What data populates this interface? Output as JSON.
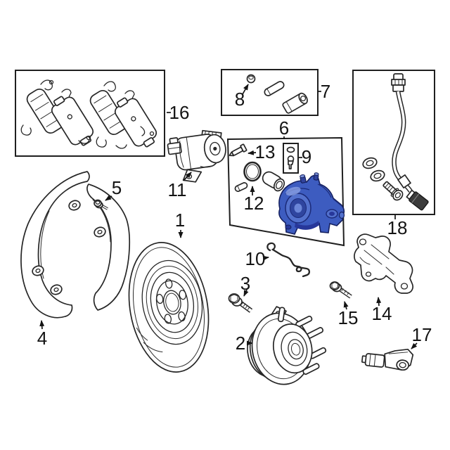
{
  "diagram": {
    "description": "Exploded rear disc brake parts diagram",
    "background": "#ffffff",
    "line_color": "#262626",
    "highlight_color": "#3d5cc0",
    "highlighted_callout": "6",
    "callouts": {
      "c1": {
        "label": "1",
        "part": "brake-rotor"
      },
      "c2": {
        "label": "2",
        "part": "wheel-hub-bearing-assembly"
      },
      "c3": {
        "label": "3",
        "part": "hub-mounting-bolt"
      },
      "c4": {
        "label": "4",
        "part": "brake-dust-shield"
      },
      "c5": {
        "label": "5",
        "part": "dust-shield-screw"
      },
      "c6": {
        "label": "6",
        "part": "brake-caliper-assembly"
      },
      "c7": {
        "label": "7",
        "part": "caliper-guide-pin-kit"
      },
      "c8": {
        "label": "8",
        "part": "guide-pin-cap"
      },
      "c9": {
        "label": "9",
        "part": "bleeder-screw-kit"
      },
      "c10": {
        "label": "10",
        "part": "pad-retaining-spring-clip"
      },
      "c11": {
        "label": "11",
        "part": "parking-brake-actuator-motor"
      },
      "c12": {
        "label": "12",
        "part": "piston-seal-o-ring"
      },
      "c13": {
        "label": "13",
        "part": "bleeder-screw"
      },
      "c14": {
        "label": "14",
        "part": "caliper-mounting-bracket"
      },
      "c15": {
        "label": "15",
        "part": "bracket-bolt"
      },
      "c16": {
        "label": "16",
        "part": "brake-pad-set"
      },
      "c17": {
        "label": "17",
        "part": "abs-wheel-speed-sensor"
      },
      "c18": {
        "label": "18",
        "part": "brake-hydraulic-hose"
      }
    }
  }
}
